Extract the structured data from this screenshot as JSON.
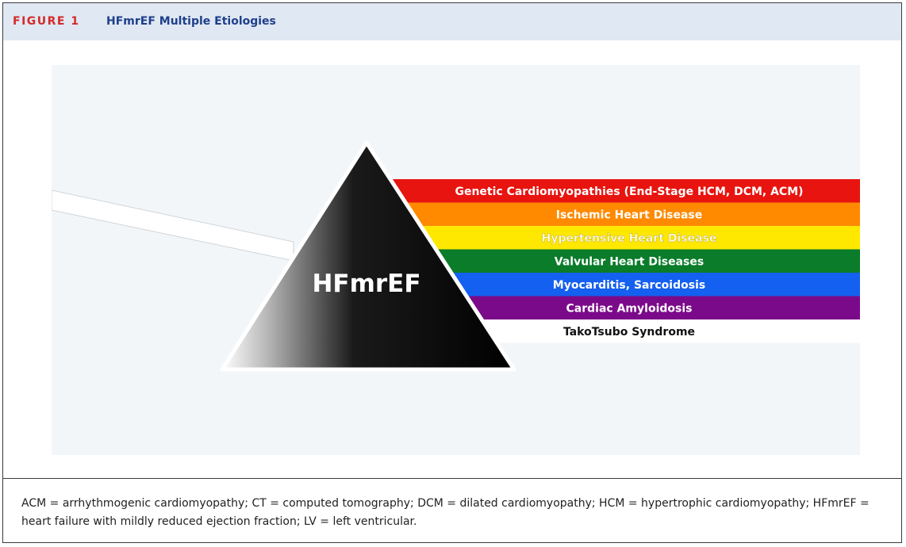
{
  "header": {
    "figure_label": "FIGURE 1",
    "title": "HFmrEF Multiple Etiologies"
  },
  "prism": {
    "label": "HFmrEF"
  },
  "bands": [
    {
      "label": "Genetic Cardiomyopathies (End-Stage HCM, DCM, ACM)",
      "color": "#e8140f",
      "text_color": "#ffffff"
    },
    {
      "label": "Ischemic Heart Disease",
      "color": "#ff8a00",
      "text_color": "#ffffff"
    },
    {
      "label": "Hypertensive Heart Disease",
      "color": "#ffe800",
      "text_color": "#ffffff"
    },
    {
      "label": "Valvular Heart Diseases",
      "color": "#0a7c2a",
      "text_color": "#ffffff"
    },
    {
      "label": "Myocarditis, Sarcoidosis",
      "color": "#1460f0",
      "text_color": "#ffffff"
    },
    {
      "label": "Cardiac Amyloidosis",
      "color": "#7b0a8a",
      "text_color": "#ffffff"
    },
    {
      "label": "TakoTsubo Syndrome",
      "color": "#ffffff",
      "text_color": "#111111"
    }
  ],
  "footnote": "ACM = arrhythmogenic cardiomyopathy; CT = computed tomography; DCM = dilated cardiomyopathy; HCM = hypertrophic cardiomyopathy; HFmrEF = heart failure with mildly reduced ejection fraction; LV = left ventricular."
}
